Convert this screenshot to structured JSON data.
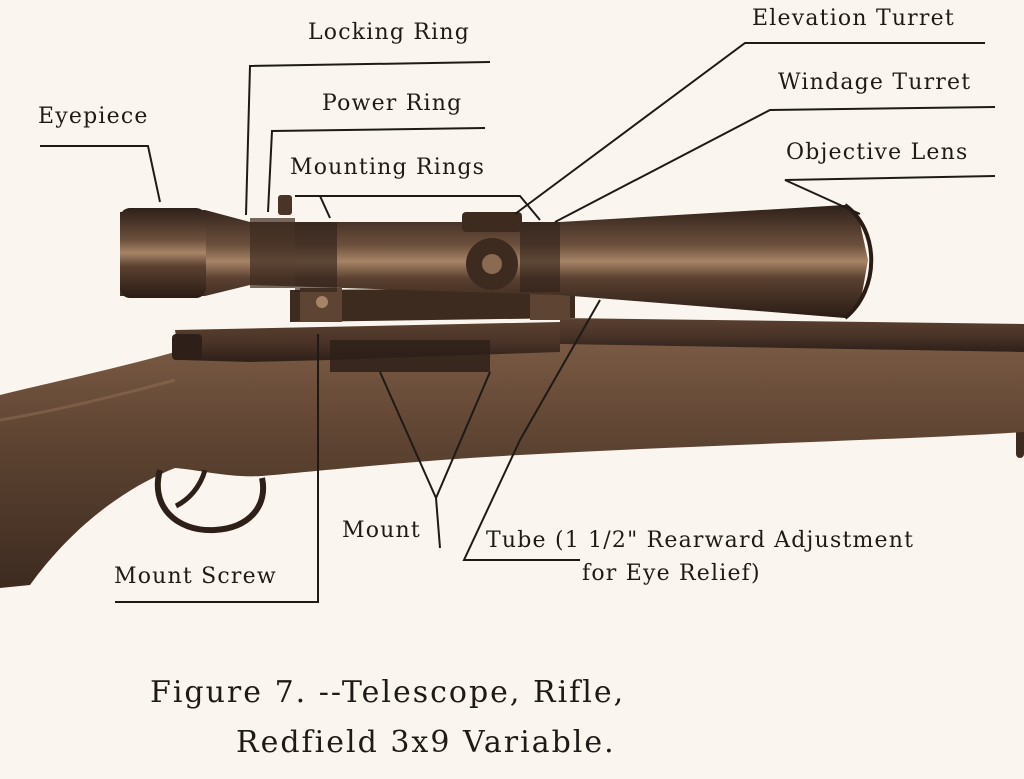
{
  "labels": {
    "locking_ring": "Locking Ring",
    "elevation_turret": "Elevation Turret",
    "windage_turret": "Windage Turret",
    "eyepiece": "Eyepiece",
    "power_ring": "Power Ring",
    "mounting_rings": "Mounting Rings",
    "objective_lens": "Objective Lens",
    "mount": "Mount",
    "mount_screw": "Mount Screw",
    "tube_line1": "Tube (1 1/2\" Rearward Adjustment",
    "tube_line2": "for Eye Relief)"
  },
  "caption": {
    "line1": "Figure 7. --Telescope, Rifle,",
    "line2": "Redfield 3x9 Variable."
  },
  "colors": {
    "paper": "#faf6ef",
    "ink": "#1e1a16",
    "stock": "#5e4432",
    "stock_dark": "#3d2b20",
    "metal": "#4a3428",
    "metal_dark": "#2e2019",
    "highlight": "#a68466"
  }
}
